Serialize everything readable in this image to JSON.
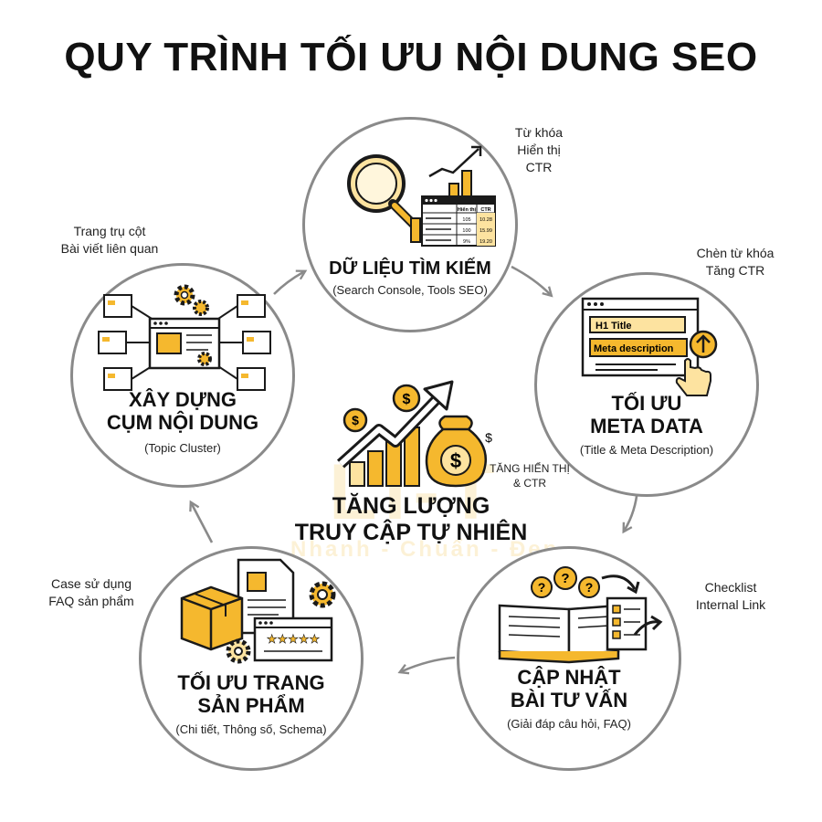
{
  "title": "QUY TRÌNH TỐI ƯU NỘI DUNG SEO",
  "watermark": {
    "brand": "LI-T",
    "slogan": "Nhanh - Chuẩn - Đẹp"
  },
  "center": {
    "line1": "TĂNG LƯỢNG",
    "line2": "TRUY CẬP TỰ NHIÊN",
    "note_line1": "TĂNG HIỂN THỊ",
    "note_line2": "& CTR"
  },
  "nodes": {
    "search": {
      "title": "DỮ LIỆU TÌM KIẾM",
      "sub": "(Search Console, Tools SEO)",
      "note_lines": [
        "Từ khóa",
        "Hiển thị",
        "CTR"
      ],
      "table": {
        "headers": [
          "Hiển thị",
          "CTR"
        ],
        "rows": [
          [
            "105",
            "10.28"
          ],
          [
            "100",
            "15.99"
          ],
          [
            "9%",
            "19.20"
          ]
        ]
      }
    },
    "meta": {
      "title_line1": "TỐI ƯU",
      "title_line2": "META DATA",
      "sub": "(Title & Meta Description)",
      "note_lines": [
        "Chèn từ khóa",
        "Tăng CTR"
      ],
      "field1": "H1 Title",
      "field2": "Meta description"
    },
    "advice": {
      "title_line1": "CẬP NHẬT",
      "title_line2": "BÀI TƯ VẤN",
      "sub": "(Giải đáp câu hỏi, FAQ)",
      "note_lines": [
        "Checklist",
        "Internal Link"
      ]
    },
    "product": {
      "title_line1": "TỐI ƯU TRANG",
      "title_line2": "SẢN PHẨM",
      "sub": "(Chi tiết, Thông số, Schema)",
      "note_lines": [
        "Case sử dụng",
        "FAQ sản phẩm"
      ]
    },
    "cluster": {
      "title_line1": "XÂY DỰNG",
      "title_line2": "CỤM NỘI DUNG",
      "sub": "(Topic Cluster)",
      "note_lines": [
        "Trang trụ cột",
        "Bài viết liên quan"
      ]
    }
  },
  "colors": {
    "accent": "#f5b82e",
    "accent_light": "#fde3a0",
    "outline": "#1a1a1a",
    "ring": "#8a8a8a"
  }
}
